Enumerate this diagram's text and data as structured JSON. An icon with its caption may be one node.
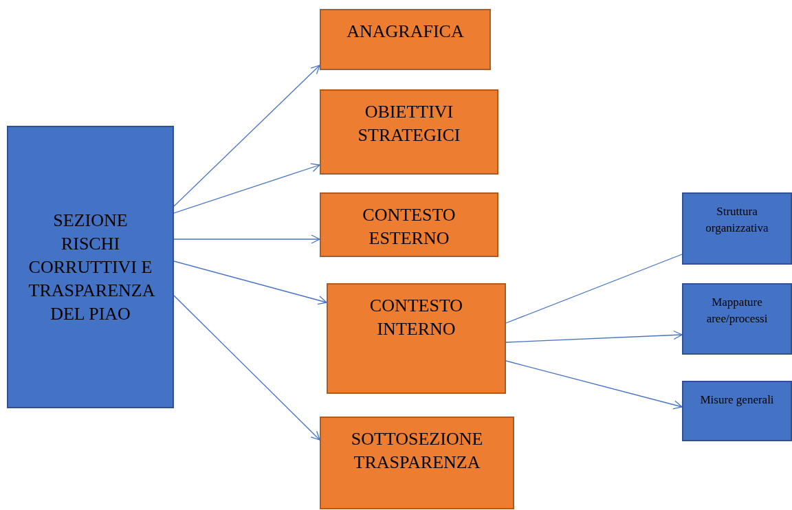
{
  "diagram": {
    "nodes": [
      {
        "text": [
          "SEZIONE RISCHI CORRUTTIVI E TRASPARENZA DEL PIAO"
        ]
      },
      {
        "text": [
          "ANAGRAFICA"
        ]
      },
      {
        "text": [
          "OBIETTIVI STRATEGICI"
        ]
      },
      {
        "text": [
          "CONTESTO ESTERNO"
        ]
      },
      {
        "text": [
          "CONTESTO INTERNO"
        ]
      },
      {
        "text": [
          "SOTTOSEZIONE TRASPARENZA"
        ]
      },
      {
        "text": [
          "Struttura organizzativa"
        ]
      },
      {
        "text": [
          "Mappature aree/processi"
        ]
      },
      {
        "text": [
          "Misure generali"
        ]
      }
    ],
    "edges": [
      {
        "from": 0,
        "to": 1,
        "arrow": "to"
      },
      {
        "from": 0,
        "to": 2,
        "arrow": "to"
      },
      {
        "from": 0,
        "to": 3,
        "arrow": "to"
      },
      {
        "from": 0,
        "to": 4,
        "arrow": "to"
      },
      {
        "from": 0,
        "to": 5,
        "arrow": "to"
      },
      {
        "from": 4,
        "to": 6,
        "arrow": "none"
      },
      {
        "from": 4,
        "to": 7,
        "arrow": "to"
      },
      {
        "from": 4,
        "to": 8,
        "arrow": "to"
      }
    ]
  }
}
